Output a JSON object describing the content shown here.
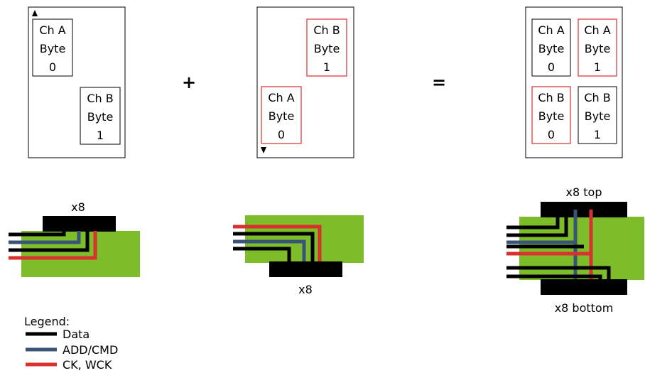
{
  "operators": {
    "plus": "+",
    "equals": "="
  },
  "top": {
    "panel1": {
      "box_a": [
        "Ch A",
        "Byte",
        "0"
      ],
      "box_b": [
        "Ch B",
        "Byte",
        "1"
      ]
    },
    "panel2": {
      "box_b": [
        "Ch B",
        "Byte",
        "1"
      ],
      "box_a": [
        "Ch A",
        "Byte",
        "0"
      ]
    },
    "panel3": {
      "top_left": [
        "Ch A",
        "Byte",
        "0"
      ],
      "top_right": [
        "Ch A",
        "Byte",
        "1"
      ],
      "bottom_left": [
        "Ch B",
        "Byte",
        "0"
      ],
      "bottom_right": [
        "Ch B",
        "Byte",
        "1"
      ]
    }
  },
  "bottom": {
    "pkg1_label": "x8",
    "pkg2_label": "x8",
    "pkg3_top_label": "x8 top",
    "pkg3_bottom_label": "x8 bottom"
  },
  "legend": {
    "title": "Legend:",
    "items": [
      {
        "label": "Data",
        "color": "#000000"
      },
      {
        "label": "ADD/CMD",
        "color": "#3a5478"
      },
      {
        "label": "CK, WCK",
        "color": "#d93030"
      }
    ]
  },
  "colors": {
    "pcb_green": "#7dbd2a",
    "data": "#000000",
    "addcmd": "#3a5478",
    "ck": "#d93030",
    "red_box": "#d93030"
  }
}
